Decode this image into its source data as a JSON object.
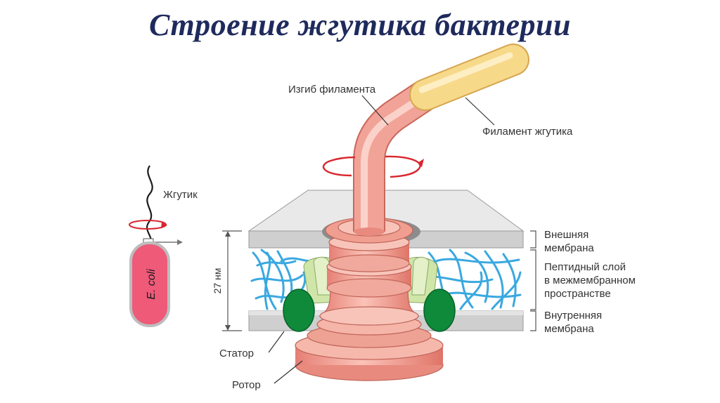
{
  "title": "Строение жгутика бактерии",
  "labels": {
    "filament_bend": "Изгиб филамента",
    "filament": "Филамент жгутика",
    "flagellum": "Жгутик",
    "ecoli": "E. coli",
    "outer_membrane": [
      "Внешняя",
      "мембрана"
    ],
    "peptide_layer": [
      "Пептидный слой",
      "в межмембранном",
      "пространстве"
    ],
    "inner_membrane": [
      "Внутренняя",
      "мембрана"
    ],
    "stator": "Статор",
    "rotor": "Ротор",
    "thickness": "27 нм"
  },
  "colors": {
    "title": "#1f2a5c",
    "membrane": "#c8c8c8",
    "hook": "#f2a398",
    "filament": "#f7d98a",
    "peptide": "#3aa8e0",
    "stator": "#0f8a3a",
    "bushing": "#cfe6a8",
    "rotation_arrow": "#d9262e"
  }
}
